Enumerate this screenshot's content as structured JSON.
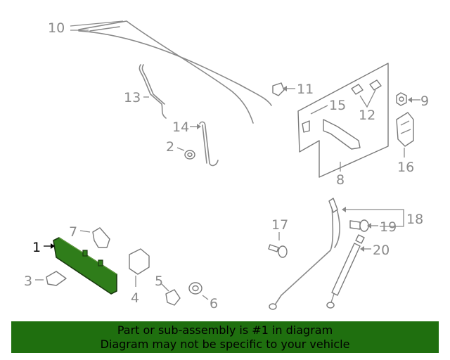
{
  "callouts": {
    "c1": "1",
    "c2": "2",
    "c3": "3",
    "c4": "4",
    "c5": "5",
    "c6": "6",
    "c7": "7",
    "c8": "8",
    "c9": "9",
    "c10": "10",
    "c11": "11",
    "c12": "12",
    "c13": "13",
    "c14": "14",
    "c15": "15",
    "c16": "16",
    "c17": "17",
    "c18": "18",
    "c19": "19",
    "c20": "20"
  },
  "highlight_color": "#2f7d1a",
  "banner": {
    "line1": "Part or sub-assembly is #1 in diagram",
    "line2": "Diagram may not be specific to your vehicle",
    "background": "#1f6f0f"
  }
}
